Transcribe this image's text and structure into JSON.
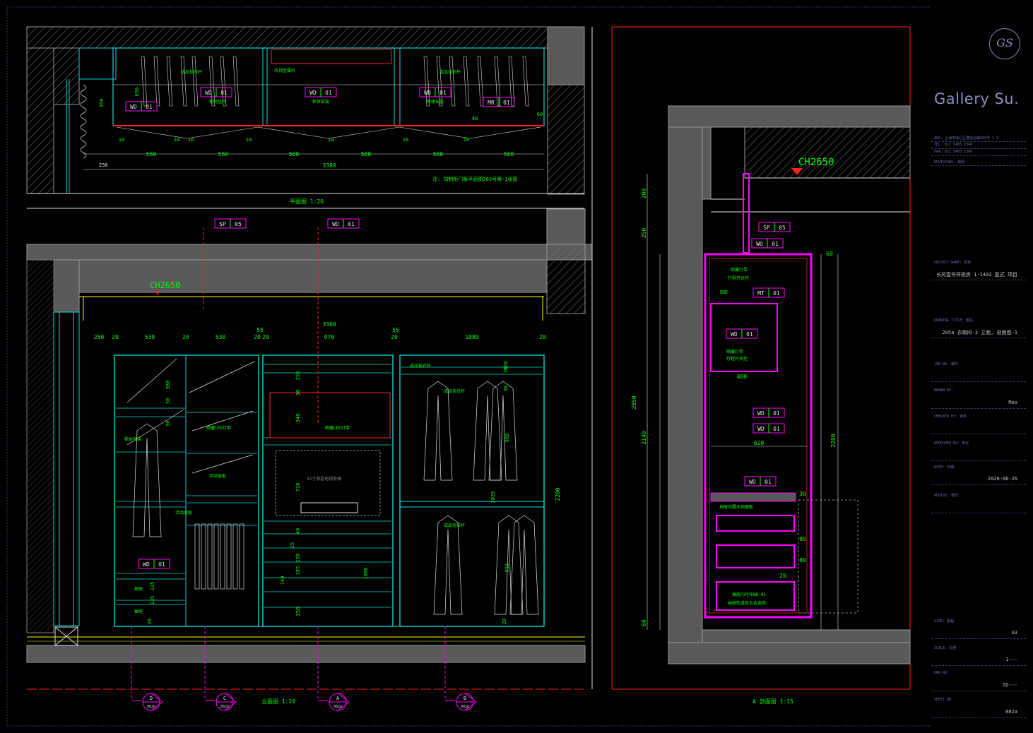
{
  "sheet": {
    "brand": "Gallery Su.",
    "logo_mark": "GS",
    "title_block": [
      {
        "label": "ADD.  上海市徐汇区漕溪北路600号  1   3",
        "value": ""
      },
      {
        "label": "TEL.  021 5465 2346",
        "value": ""
      },
      {
        "label": "FAX.  021 5465 2306",
        "value": ""
      },
      {
        "label": "REVISIONS:  修改",
        "value": ""
      },
      {
        "label": "PROJECT NAME:  项目",
        "value": "长风壹号样板房 1-1402 复式 项目"
      },
      {
        "label": "DRAWING TITLE:  图名",
        "value": "205a 衣帽间-3  立面, 剖面图-1"
      },
      {
        "label": "JOB NO.  编号",
        "value": ""
      },
      {
        "label": "DRAWN BY:",
        "value": "Moo"
      },
      {
        "label": "CHECKED BY:  审核",
        "value": ""
      },
      {
        "label": "APPROVED BY:  审定",
        "value": ""
      },
      {
        "label": "DATE:  日期",
        "value": "2020-06-26"
      },
      {
        "label": "REVISE:  修改",
        "value": ""
      },
      {
        "label": "SIZE:  图幅",
        "value": "A3"
      },
      {
        "label": "SCALE:  比例",
        "value": "1---"
      },
      {
        "label": "DWG NO:",
        "value": "ID---"
      },
      {
        "label": "SHEET NO:",
        "value": "082a"
      }
    ]
  },
  "plan": {
    "caption": "平面图 1:20",
    "note": "注: 勾制柜门板平面图203号第-1张图",
    "dims": [
      "250",
      "560",
      "560",
      "560",
      "560",
      "560",
      "3380",
      "10",
      "10",
      "10",
      "10",
      "10",
      "10",
      "10",
      "40",
      "60",
      "560"
    ],
    "tags": [
      {
        "code": "WD",
        "num": "01"
      },
      {
        "code": "WD",
        "num": "01"
      },
      {
        "code": "WD",
        "num": "01"
      },
      {
        "code": "WD",
        "num": "01"
      },
      {
        "code": "MR",
        "num": "01"
      }
    ],
    "callouts": [
      "成品挂衣杆",
      "钢制挂杆",
      "吊顶金属杆",
      "柜体安装",
      "成品挂衣杆",
      "柜体安装"
    ]
  },
  "elevation": {
    "caption": "立面图 1:20",
    "ceiling_height": "CH2650",
    "dims_top": [
      "250",
      "20",
      "530",
      "20",
      "530",
      "20",
      "20",
      "970",
      "20",
      "1080",
      "20",
      "55",
      "55"
    ],
    "overall": "3360",
    "height": "2200",
    "tags": [
      {
        "code": "SP",
        "num": "05"
      },
      {
        "code": "WD",
        "num": "01"
      },
      {
        "code": "WD",
        "num": "01"
      }
    ],
    "callouts": [
      "柜体安装",
      "成品挂衣杆",
      "暗藏LED灯带",
      "暗藏LED灯带",
      "成品挂衣杆",
      "成品挂衣杆",
      "活动层板",
      "活动层板",
      "32寸液晶电视背景",
      "抽屉",
      "抽屉"
    ],
    "vertical_dims": [
      "380",
      "30",
      "30",
      "250",
      "30",
      "340",
      "710",
      "40",
      "25",
      "150",
      "185",
      "740",
      "250",
      "960",
      "910",
      "1080",
      "2020",
      "120",
      "30",
      "30",
      "135",
      "135",
      "20",
      "20"
    ],
    "sections": [
      {
        "letter": "D",
        "sheet": "082b"
      },
      {
        "letter": "C",
        "sheet": "082b"
      },
      {
        "letter": "A",
        "sheet": "082a"
      },
      {
        "letter": "B",
        "sheet": "082b"
      }
    ]
  },
  "section": {
    "caption": "A 剖面图 1:15",
    "ceiling_height": "CH2650",
    "dims": [
      "200",
      "250",
      "2850",
      "2140",
      "60",
      "400",
      "620",
      "2200",
      "60",
      "30",
      "80",
      "80",
      "20"
    ],
    "tags": [
      {
        "code": "SP",
        "num": "05"
      },
      {
        "code": "WD",
        "num": "01"
      },
      {
        "code": "MT",
        "num": "01"
      },
      {
        "code": "WD",
        "num": "01"
      },
      {
        "code": "WD",
        "num": "01"
      },
      {
        "code": "WD",
        "num": "01"
      },
      {
        "code": "WD",
        "num": "01"
      }
    ],
    "callouts": [
      "暗藏灯带",
      "行程开关控",
      "顶部",
      "暗藏灯带",
      "行程开关控",
      "抽屉内置木饰面板",
      "抽屉内衬布WD-01",
      "抽屉轨道及五金选用"
    ]
  },
  "colors": {
    "bg": "#000000",
    "wall": "#595959",
    "cyan": "#00d8d8",
    "green": "#00ff00",
    "red": "#ff2020",
    "magenta": "#ff00ff",
    "yellow": "#ffff00",
    "white": "#e0e0e0",
    "brand": "#8e8ebe"
  }
}
